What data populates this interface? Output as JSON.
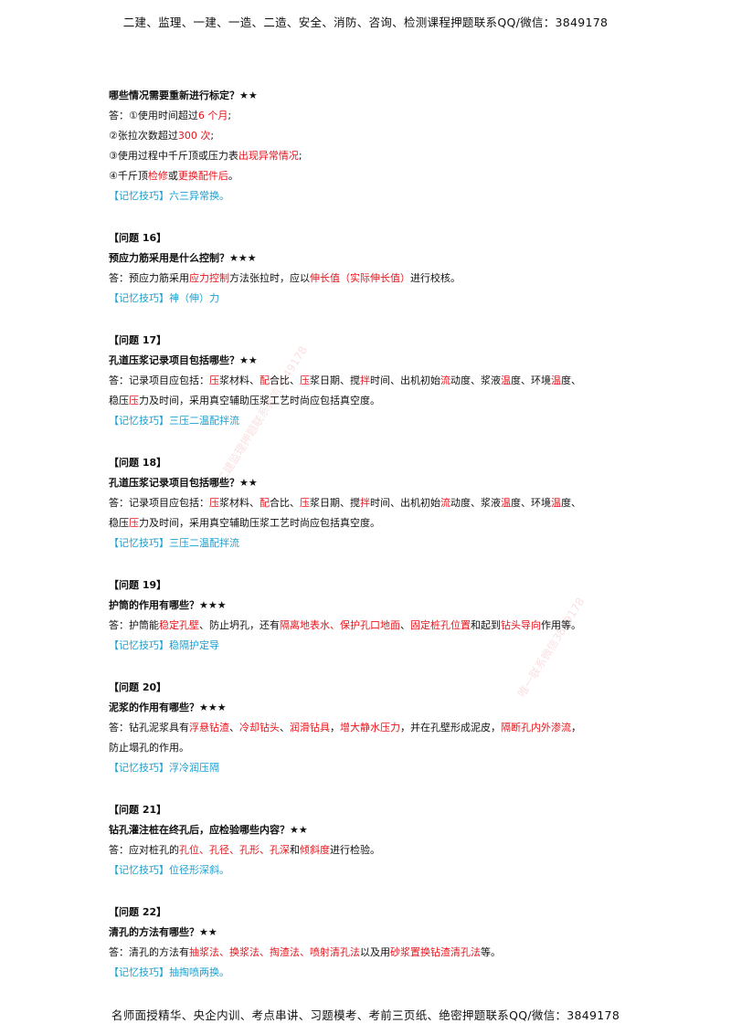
{
  "header": {
    "text": "二建、监理、一建、一造、二造、安全、消防、咨询、检测课程押题联系QQ/微信：3849178"
  },
  "footer": {
    "text": "名师面授精华、央企内训、考点串讲、习题模考、考前三页纸、绝密押题联系QQ/微信：3849178"
  },
  "watermark": {
    "text1": "二建监理押题联系微信3849178",
    "text2": "唯一联系微信3849178"
  },
  "colors": {
    "highlight": "#e8141c",
    "tip": "#1a9fd0"
  },
  "q15": {
    "question": "哪些情况需要重新进行标定？★★",
    "a1_pre": "答：①使用时间超过",
    "a1_red": "6 个月",
    "a1_post": ";",
    "a2_pre": "②张拉次数超过",
    "a2_red": "300 次",
    "a2_post": ";",
    "a3_pre": "③使用过程中千斤顶或压力表",
    "a3_red": "出现异常情况",
    "a3_post": ";",
    "a4_pre": "④千斤顶",
    "a4_red1": "检修",
    "a4_mid": "或",
    "a4_red2": "更换配件后",
    "a4_post": "。",
    "tip": "【记忆技巧】六三异常换。"
  },
  "q16": {
    "title": "【问题 16】",
    "question": "预应力筋采用是什么控制？★★★",
    "a_pre": "答：预应力筋采用",
    "a_red1": "应力控制",
    "a_mid": "方法张拉时，应以",
    "a_red2": "伸长值（实际伸长值）",
    "a_post": "进行校核。",
    "tip": "【记忆技巧】神（伸）力"
  },
  "q17": {
    "title": "【问题 17】",
    "question": "孔道压浆记录项目包括哪些？★★",
    "p0": "答：记录项目应包括：",
    "p1": "压",
    "p2": "浆材料、",
    "p3": "配",
    "p4": "合比、",
    "p5": "压",
    "p6": "浆日期、搅",
    "p7": "拌",
    "p8": "时间、出机初始",
    "p9": "流",
    "p10": "动度、浆液",
    "p11": "温",
    "p12": "度、环境",
    "p13": "温",
    "p14": "度、",
    "l2a": "稳压",
    "l2b": "压",
    "l2c": "力及时间，采用真空辅助压浆工艺时尚应包括真空度。",
    "tip": "【记忆技巧】三压二温配拌流"
  },
  "q18": {
    "title": "【问题 18】",
    "question": "孔道压浆记录项目包括哪些？★★",
    "p0": "答：记录项目应包括：",
    "p1": "压",
    "p2": "浆材料、",
    "p3": "配",
    "p4": "合比、",
    "p5": "压",
    "p6": "浆日期、搅",
    "p7": "拌",
    "p8": "时间、出机初始",
    "p9": "流",
    "p10": "动度、浆液",
    "p11": "温",
    "p12": "度、环境",
    "p13": "温",
    "p14": "度、",
    "l2a": "稳压",
    "l2b": "压",
    "l2c": "力及时间，采用真空辅助压浆工艺时尚应包括真空度。",
    "tip": "【记忆技巧】三压二温配拌流"
  },
  "q19": {
    "title": "【问题 19】",
    "question": "护筒的作用有哪些？★★★",
    "a0": "答：护筒能",
    "a1": "稳定孔壁",
    "a2": "、防止坍孔，还有",
    "a3": "隔离地表水、保护孔口地面",
    "a4": "、",
    "a5": "固定桩孔位置",
    "a6": "和起到",
    "a7": "钻头导向",
    "a8": "作用等。",
    "tip": "【记忆技巧】稳隔护定导"
  },
  "q20": {
    "title": "【问题 20】",
    "question": "泥浆的作用有哪些？★★★",
    "a0": "答：钻孔泥浆具有",
    "a1": "浮悬钻渣",
    "a2": "、",
    "a3": "冷却钻头",
    "a4": "、",
    "a5": "润滑钻具",
    "a6": "，",
    "a7": "增大静水压力",
    "a8": "，并在孔壁形成泥皮，",
    "a9": "隔断孔内外渗流",
    "a10": "，",
    "l2": "防止塌孔的作用。",
    "tip": "【记忆技巧】浮冷润压隔"
  },
  "q21": {
    "title": "【问题 21】",
    "question": "钻孔灌注桩在终孔后，应检验哪些内容？★★",
    "a0": "答：应对桩孔的",
    "a1": "孔位、孔径、孔形、孔深",
    "a2": "和",
    "a3": "倾斜度",
    "a4": "进行检验。",
    "tip": "【记忆技巧】位径形深斜。"
  },
  "q22": {
    "title": "【问题 22】",
    "question": "清孔的方法有哪些？★★",
    "a0": "答：清孔的方法有",
    "a1": "抽浆法、换浆法、掏渣法、喷射清孔法",
    "a2": "以及用",
    "a3": "砂浆置换钻渣清孔法",
    "a4": "等。",
    "tip": "【记忆技巧】抽掏喷两换。"
  }
}
